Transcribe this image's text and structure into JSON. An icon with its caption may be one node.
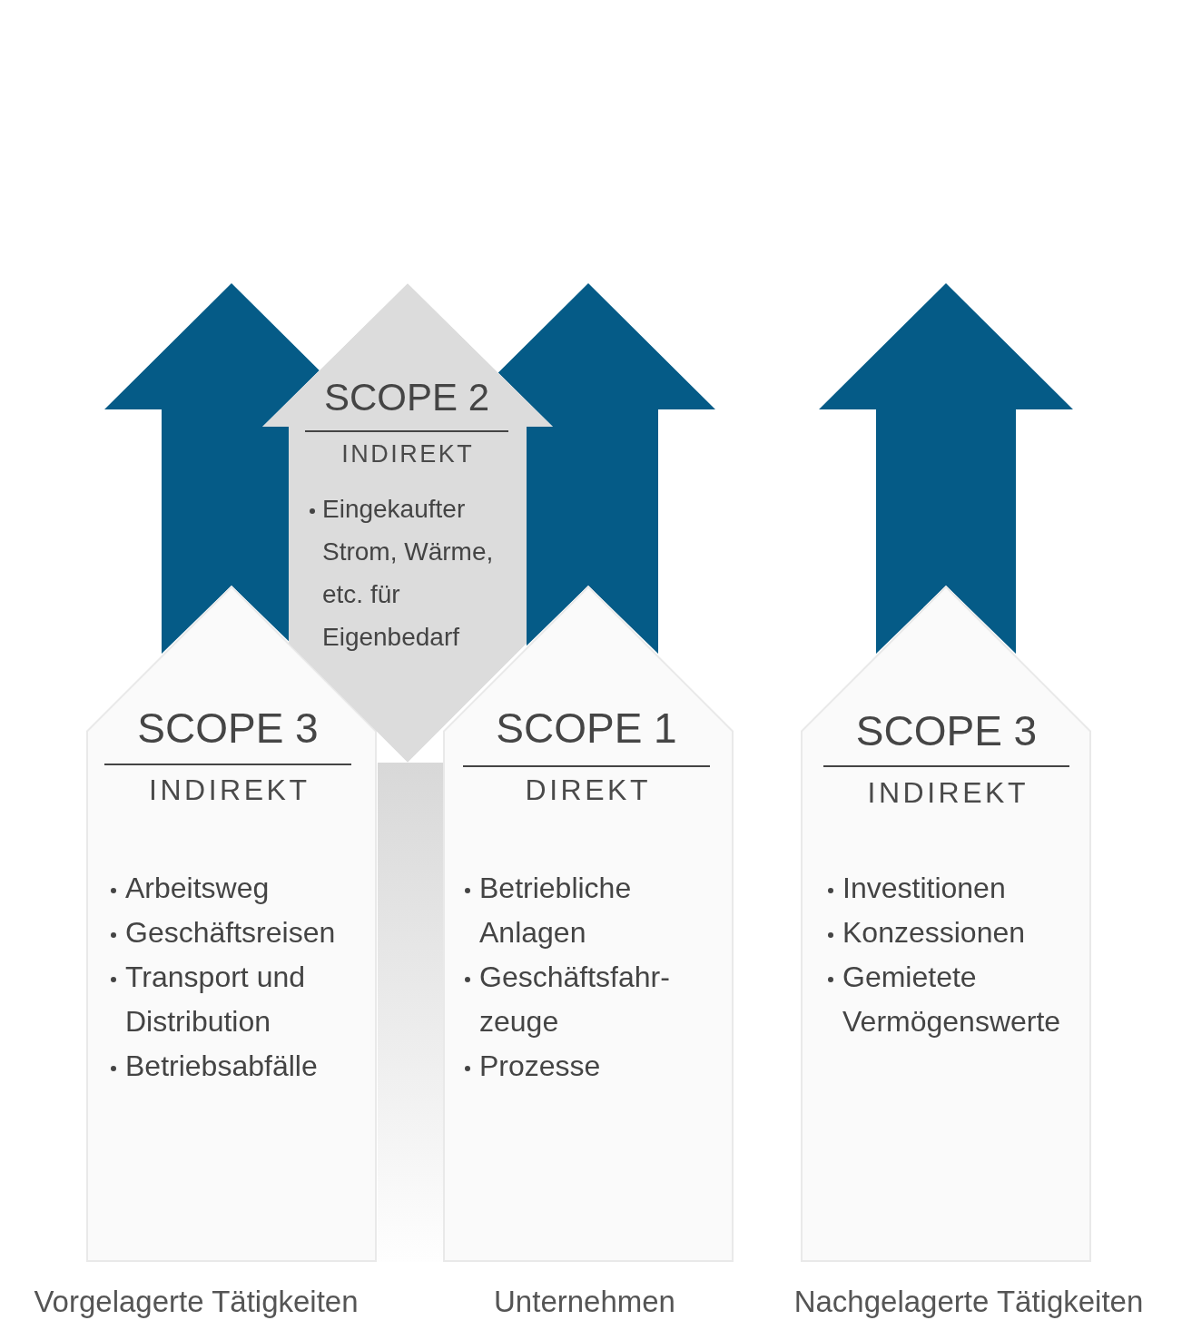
{
  "diagram": {
    "nodes": [
      {
        "text": [
          "SCOPE 3",
          "INDIREKT",
          "Arbeitsweg",
          "Geschäftsreisen",
          "Transport und Distribution",
          "Betriebsabfälle"
        ]
      },
      {
        "text": [
          "SCOPE 2",
          "INDIREKT",
          "Eingekaufter Strom, Wärme, etc. für Eigenbedarf"
        ]
      },
      {
        "text": [
          "SCOPE 1",
          "DIREKT",
          "Betriebliche Anlagen",
          "Geschäftsfahr- zeuge",
          "Prozesse"
        ]
      },
      {
        "text": [
          "SCOPE 3",
          "INDIREKT",
          "Investitionen",
          "Konzessionen",
          "Gemietete Vermögenswerte"
        ]
      },
      {
        "text": [],
        "shape": "bar"
      }
    ],
    "edges": [
      {
        "from": 0,
        "to": null,
        "arrow": "to"
      },
      {
        "from": 2,
        "to": null,
        "arrow": "to"
      },
      {
        "from": 3,
        "to": null,
        "arrow": "to"
      }
    ],
    "labels": [
      "Vorgelagerte Tätigkeiten",
      "Unternehmen",
      "Nachgelagerte Tätigkeiten"
    ]
  }
}
